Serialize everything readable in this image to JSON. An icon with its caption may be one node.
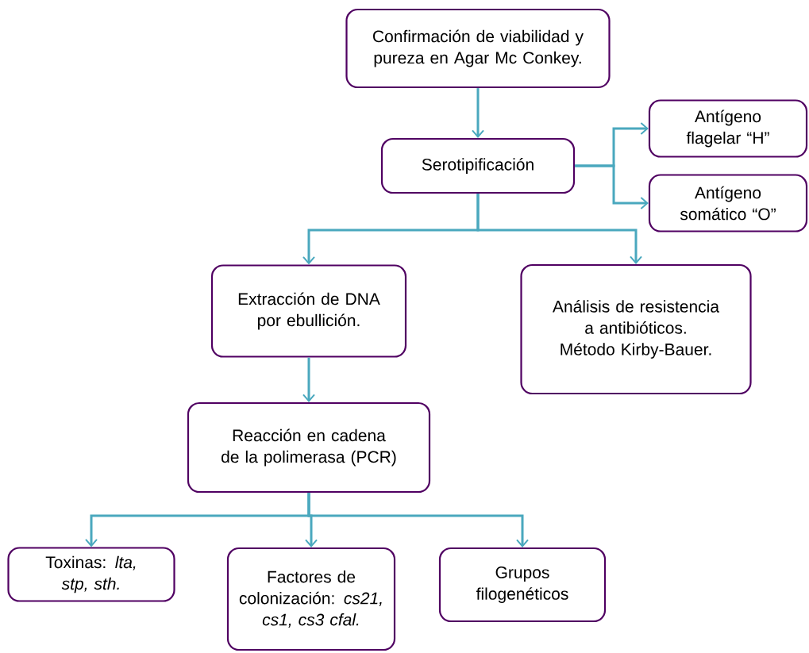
{
  "diagram": {
    "nodes": [
      {
        "text": [
          "Confirmación de viabilidad y pureza en Agar Mc Conkey."
        ]
      },
      {
        "text": [
          "Serotipificación"
        ]
      },
      {
        "text": [
          "Antígeno flagelar “H”"
        ]
      },
      {
        "text": [
          "Antígeno somático “O”"
        ]
      },
      {
        "text": [
          "Extracción de DNA por ebullición."
        ]
      },
      {
        "text": [
          "Análisis de resistencia a antibióticos. Método Kirby-Bauer."
        ]
      },
      {
        "text": [
          "Reacción en cadena de la polimerasa (PCR)"
        ]
      },
      {
        "text": [
          "Toxinas: *lta, stp, sth.*"
        ]
      },
      {
        "text": [
          "Factores de colonización: *cs21, cs1, cs3 cfal.*"
        ]
      },
      {
        "text": [
          "Grupos filogenéticos"
        ]
      }
    ],
    "edges": [
      {
        "from": 0,
        "to": 1,
        "arrow": "to"
      },
      {
        "from": 1,
        "to": 2,
        "arrow": "to"
      },
      {
        "from": 1,
        "to": 3,
        "arrow": "to"
      },
      {
        "from": 1,
        "to": 4,
        "arrow": "to"
      },
      {
        "from": 1,
        "to": 5,
        "arrow": "to"
      },
      {
        "from": 4,
        "to": 6,
        "arrow": "to"
      },
      {
        "from": 6,
        "to": 7,
        "arrow": "to"
      },
      {
        "from": 6,
        "to": 8,
        "arrow": "to"
      },
      {
        "from": 6,
        "to": 9,
        "arrow": "to"
      }
    ]
  }
}
